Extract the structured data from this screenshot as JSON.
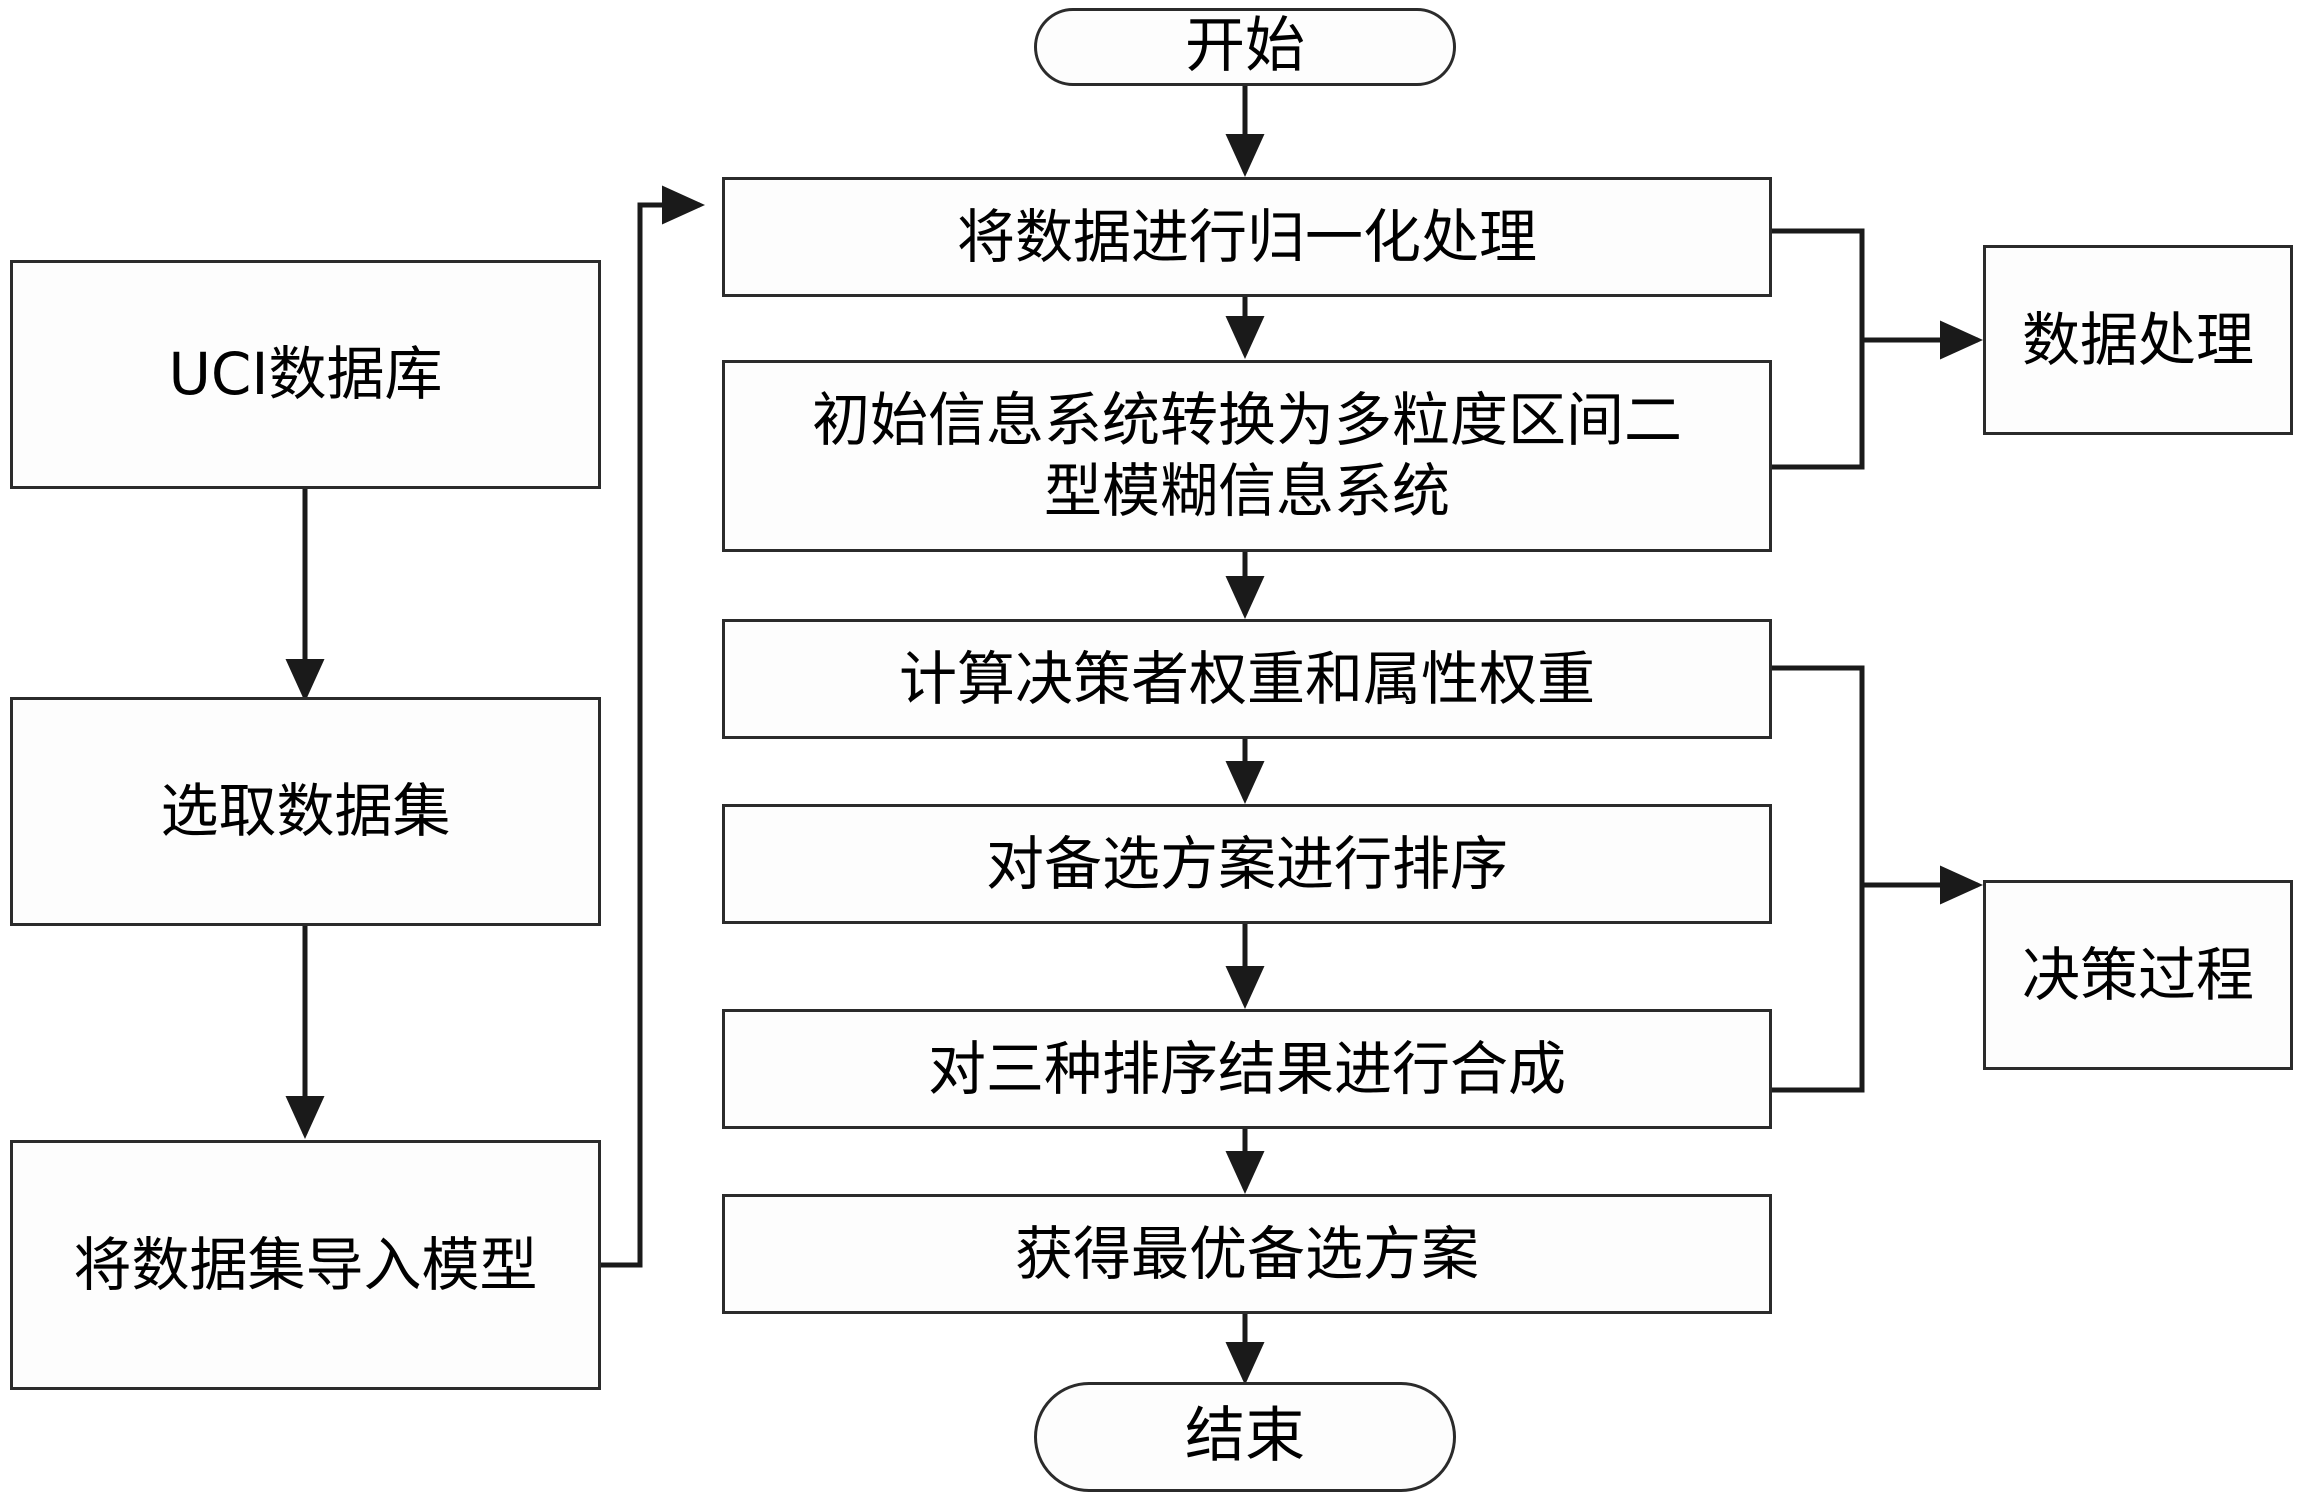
{
  "diagram": {
    "title_text": "",
    "background_color": "#ffffff",
    "line_color": "#1a1a1a",
    "box_border_color": "#2b2b2b",
    "box_fill_color": "#fdfdfd"
  },
  "terminals": {
    "start": "开始",
    "end": "结束"
  },
  "left_column": {
    "nodes": [
      {
        "id": "uci-database",
        "label": "UCI数据库"
      },
      {
        "id": "select-dataset",
        "label": "选取数据集"
      },
      {
        "id": "import-dataset-model",
        "label": "将数据集导入模型"
      }
    ]
  },
  "main_column": {
    "nodes": [
      {
        "id": "normalize-data",
        "label": "将数据进行归一化处理"
      },
      {
        "id": "convert-info-system",
        "label": "初始信息系统转换为多粒度区间二\n型模糊信息系统"
      },
      {
        "id": "compute-weights",
        "label": "计算决策者权重和属性权重"
      },
      {
        "id": "rank-alternatives",
        "label": "对备选方案进行排序"
      },
      {
        "id": "merge-rankings",
        "label": "对三种排序结果进行合成"
      },
      {
        "id": "optimal-alternative",
        "label": "获得最优备选方案"
      }
    ]
  },
  "right_column": {
    "nodes": [
      {
        "id": "data-processing",
        "label": "数据处理"
      },
      {
        "id": "decision-process",
        "label": "决策过程"
      }
    ]
  },
  "groupings": [
    {
      "label_ref": "数据处理",
      "covers": [
        "normalize-data",
        "convert-info-system"
      ]
    },
    {
      "label_ref": "决策过程",
      "covers": [
        "compute-weights",
        "rank-alternatives",
        "merge-rankings",
        "optimal-alternative"
      ]
    }
  ]
}
